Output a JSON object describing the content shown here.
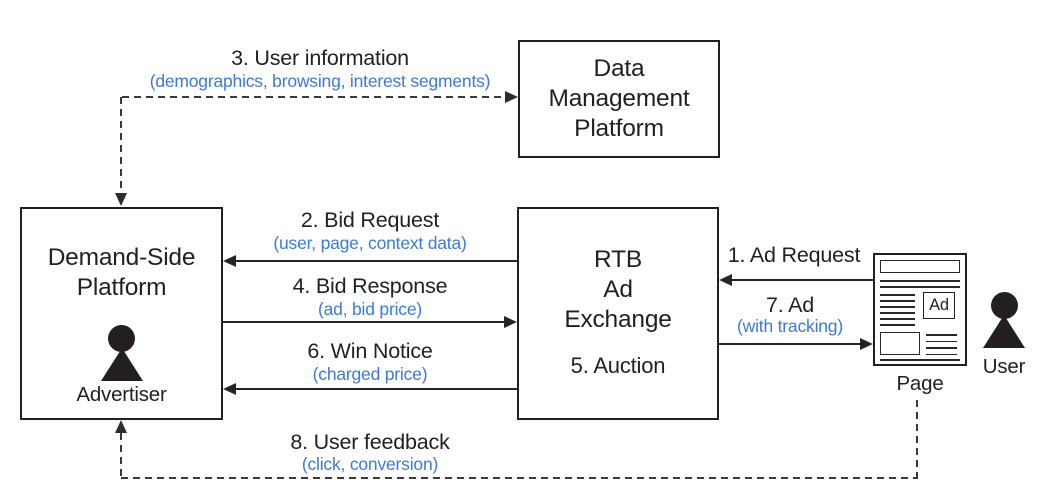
{
  "figure": {
    "name": "RTB display advertising ecosystem diagram"
  },
  "colors": {
    "accent_blue": "#3d7ad8",
    "ink": "#231f20",
    "line": "#282425",
    "background": "#ffffff"
  },
  "boxes": {
    "dsp": {
      "title": "Demand-Side\nPlatform",
      "actor_label": "Advertiser"
    },
    "dmp": {
      "title": "Data\nManagement\nPlatform"
    },
    "exchange": {
      "title": "RTB\nAd\nExchange",
      "auction_label": "5. Auction"
    }
  },
  "page": {
    "label": "Page",
    "ad_label": "Ad"
  },
  "user": {
    "label": "User"
  },
  "flows": {
    "ad_request": {
      "label": "1. Ad Request"
    },
    "bid_request": {
      "label": "2. Bid Request",
      "detail": "(user, page, context data)"
    },
    "user_information": {
      "label": "3. User information",
      "detail": "(demographics, browsing, interest segments)"
    },
    "bid_response": {
      "label": "4. Bid Response",
      "detail": "(ad, bid price)"
    },
    "win_notice": {
      "label": "6. Win Notice",
      "detail": "(charged price)"
    },
    "ad_delivery": {
      "label": "7. Ad",
      "detail": "(with tracking)"
    },
    "user_feedback": {
      "label": "8. User feedback",
      "detail": "(click, conversion)"
    }
  }
}
